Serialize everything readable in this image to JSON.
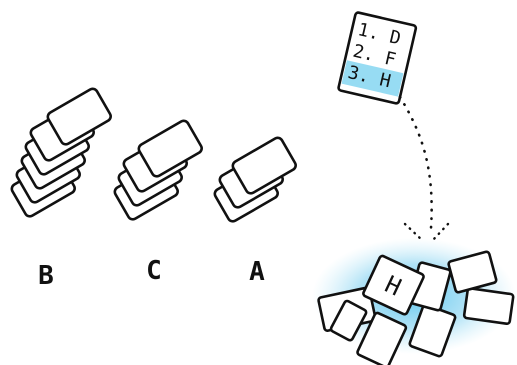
{
  "stacks": [
    {
      "label": "B",
      "count": 6
    },
    {
      "label": "C",
      "count": 4
    },
    {
      "label": "A",
      "count": 3
    }
  ],
  "list": {
    "lines": [
      "1. D",
      "2. F",
      "3. H"
    ],
    "highlighted_index": 2
  },
  "pile": {
    "top_card": "H"
  },
  "colors": {
    "ink": "#111111",
    "highlight": "#7dd3f0",
    "glow": "#8fd6f2",
    "paper": "#ffffff"
  }
}
